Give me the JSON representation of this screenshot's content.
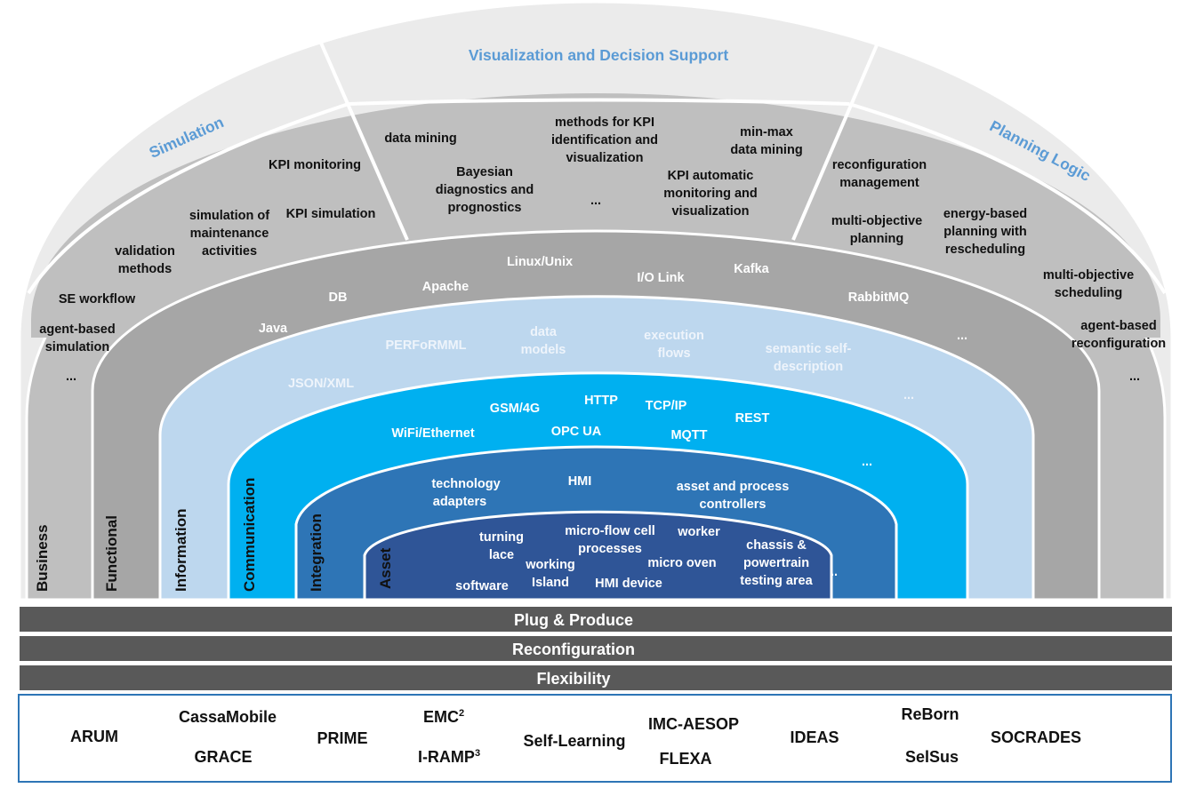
{
  "arch": {
    "simulation": "Simulation",
    "visualization": "Visualization and Decision Support",
    "planning": "Planning Logic"
  },
  "layers": {
    "business": "Business",
    "functional": "Functional",
    "information": "Information",
    "communication": "Communication",
    "integration": "Integration",
    "asset": "Asset"
  },
  "simulation_items": {
    "kpi_monitoring": "KPI monitoring",
    "kpi_simulation": "KPI simulation",
    "maint_1": "simulation of",
    "maint_2": "maintenance",
    "maint_3": "activities",
    "valid_1": "validation",
    "valid_2": "methods",
    "se_workflow": "SE workflow",
    "agent_1": "agent-based",
    "agent_2": "simulation",
    "more": "..."
  },
  "visualization_items": {
    "data_mining": "data mining",
    "kpi_id_1": "methods for KPI",
    "kpi_id_2": "identification and",
    "kpi_id_3": "visualization",
    "minmax_1": "min-max",
    "minmax_2": "data mining",
    "bayes_1": "Bayesian",
    "bayes_2": "diagnostics and",
    "bayes_3": "prognostics",
    "more": "...",
    "kpiauto_1": "KPI automatic",
    "kpiauto_2": "monitoring and",
    "kpiauto_3": "visualization"
  },
  "planning_items": {
    "reconf_1": "reconfiguration",
    "reconf_2": "management",
    "mo_plan_1": "multi-objective",
    "mo_plan_2": "planning",
    "energy_1": "energy-based",
    "energy_2": "planning with",
    "energy_3": "rescheduling",
    "mo_sched_1": "multi-objective",
    "mo_sched_2": "scheduling",
    "agent_1": "agent-based",
    "agent_2": "reconfiguration",
    "more": "..."
  },
  "functional_items": {
    "linux": "Linux/Unix",
    "apache": "Apache",
    "iolink": "I/O Link",
    "kafka": "Kafka",
    "db": "DB",
    "rabbitmq": "RabbitMQ",
    "java": "Java",
    "more": "..."
  },
  "information_items": {
    "perform": "PERFoRMML",
    "datamodels_1": "data",
    "datamodels_2": "models",
    "execflows_1": "execution",
    "execflows_2": "flows",
    "semantic_1": "semantic self-",
    "semantic_2": "description",
    "json": "JSON/XML",
    "more": "..."
  },
  "communication_items": {
    "http": "HTTP",
    "gsm": "GSM/4G",
    "tcpip": "TCP/IP",
    "rest": "REST",
    "wifi": "WiFi/Ethernet",
    "opcua": "OPC UA",
    "mqtt": "MQTT",
    "more": "..."
  },
  "integration_items": {
    "tech_1": "technology",
    "tech_2": "adapters",
    "hmi": "HMI",
    "asset_ctrl_1": "asset and process",
    "asset_ctrl_2": "controllers"
  },
  "asset_items": {
    "turning_1": "turning",
    "turning_2": "lace",
    "microflow_1": "micro-flow cell",
    "microflow_2": "processes",
    "worker": "worker",
    "chassis_1": "chassis &",
    "chassis_2": "powertrain",
    "chassis_3": "testing area",
    "working_1": "working",
    "working_2": "Island",
    "microoven": "micro oven",
    "software": "software",
    "hmi_device": "HMI device",
    "more": ".."
  },
  "bars": {
    "plug_produce": "Plug & Produce",
    "reconfiguration": "Reconfiguration",
    "flexibility": "Flexibility"
  },
  "projects": {
    "arum": "ARUM",
    "cassamobile": "CassaMobile",
    "grace": "GRACE",
    "prime": "PRIME",
    "emc": "EMC",
    "emc_sup": "2",
    "iramp": "I-RAMP",
    "iramp_sup": "3",
    "selflearning": "Self-Learning",
    "imcaesop": "IMC-AESOP",
    "flexa": "FLEXA",
    "ideas": "IDEAS",
    "reborn": "ReBorn",
    "selsus": "SelSus",
    "socrades": "SOCRADES"
  },
  "colors": {
    "outer_arch": "#ebebeb",
    "sim_band": "#bfbfbf",
    "functional": "#a6a6a6",
    "information": "#bdd7ee",
    "communication": "#00b0f0",
    "integration": "#2e75b6",
    "asset": "#2f5597",
    "bars": "#595959",
    "project_border": "#2e75b6",
    "arch_label": "#5b9bd5"
  }
}
